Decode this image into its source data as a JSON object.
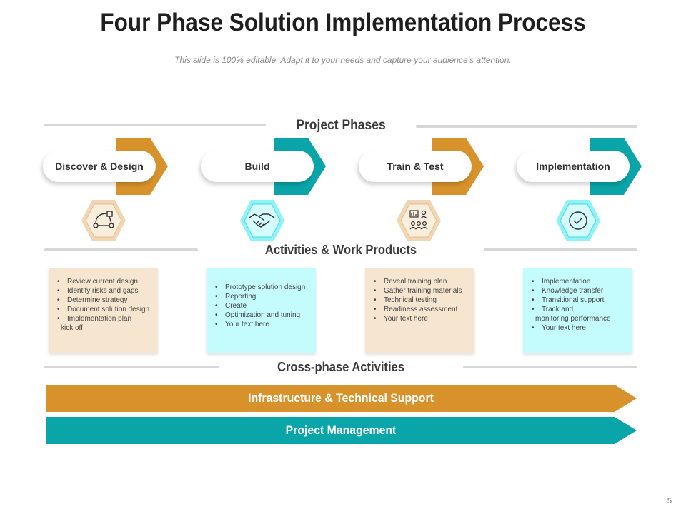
{
  "title": "Four Phase Solution Implementation Process",
  "subtitle": "This slide is 100% editable. Adapt it to your needs and capture your audience’s attention.",
  "sections": {
    "phases": "Project Phases",
    "activities": "Activities  & Work Products",
    "cross": "Cross-phase Activities"
  },
  "colors": {
    "orange": "#D8922B",
    "teal": "#0AA5A8"
  },
  "phases": [
    {
      "label": "Discover & Design",
      "color": "orange",
      "icon": "workflow-icon"
    },
    {
      "label": "Build",
      "color": "teal",
      "icon": "handshake-icon"
    },
    {
      "label": "Train & Test",
      "color": "orange",
      "icon": "training-icon"
    },
    {
      "label": "Implementation",
      "color": "teal",
      "icon": "checkmark-icon"
    }
  ],
  "activities": [
    {
      "items": [
        "Review current design",
        "Identify risks and gaps",
        "Determine strategy",
        "Document solution design",
        "Implementation  plan",
        "kick off"
      ]
    },
    {
      "items": [
        "Prototype solution design",
        "Reporting",
        "Create",
        "Optimization  and tuning",
        "Your text here"
      ]
    },
    {
      "items": [
        "Reveal training plan",
        "Gather training materials",
        "Technical testing",
        "Readiness assessment",
        "Your text here"
      ]
    },
    {
      "items": [
        "Implementation",
        "Knowledge transfer",
        "Transitional support",
        "Track and",
        "monitoring performance",
        "Your text here"
      ]
    }
  ],
  "cross_phase": [
    {
      "label": "Infrastructure & Technical Support",
      "color": "orange"
    },
    {
      "label": "Project Management",
      "color": "teal"
    }
  ],
  "page_number": "5"
}
